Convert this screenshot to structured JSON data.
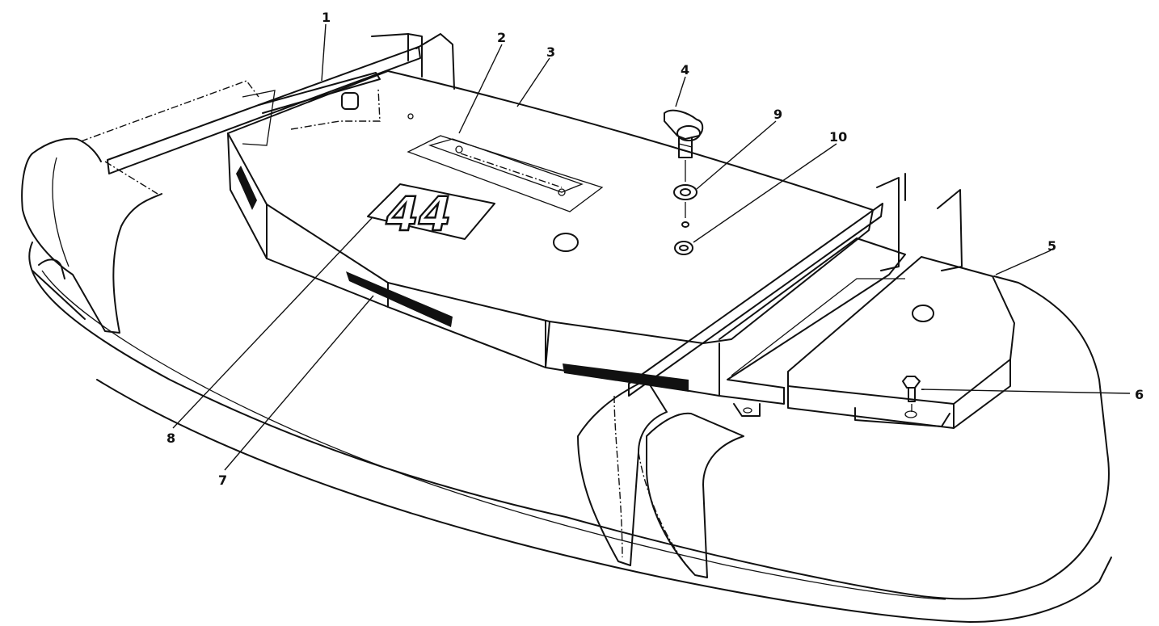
{
  "callouts": {
    "c1": "1",
    "c2": "2",
    "c3": "3",
    "c4": "4",
    "c5": "5",
    "c6": "6",
    "c7": "7",
    "c8": "8",
    "c9": "9",
    "c10": "10"
  },
  "decal_number": "44"
}
